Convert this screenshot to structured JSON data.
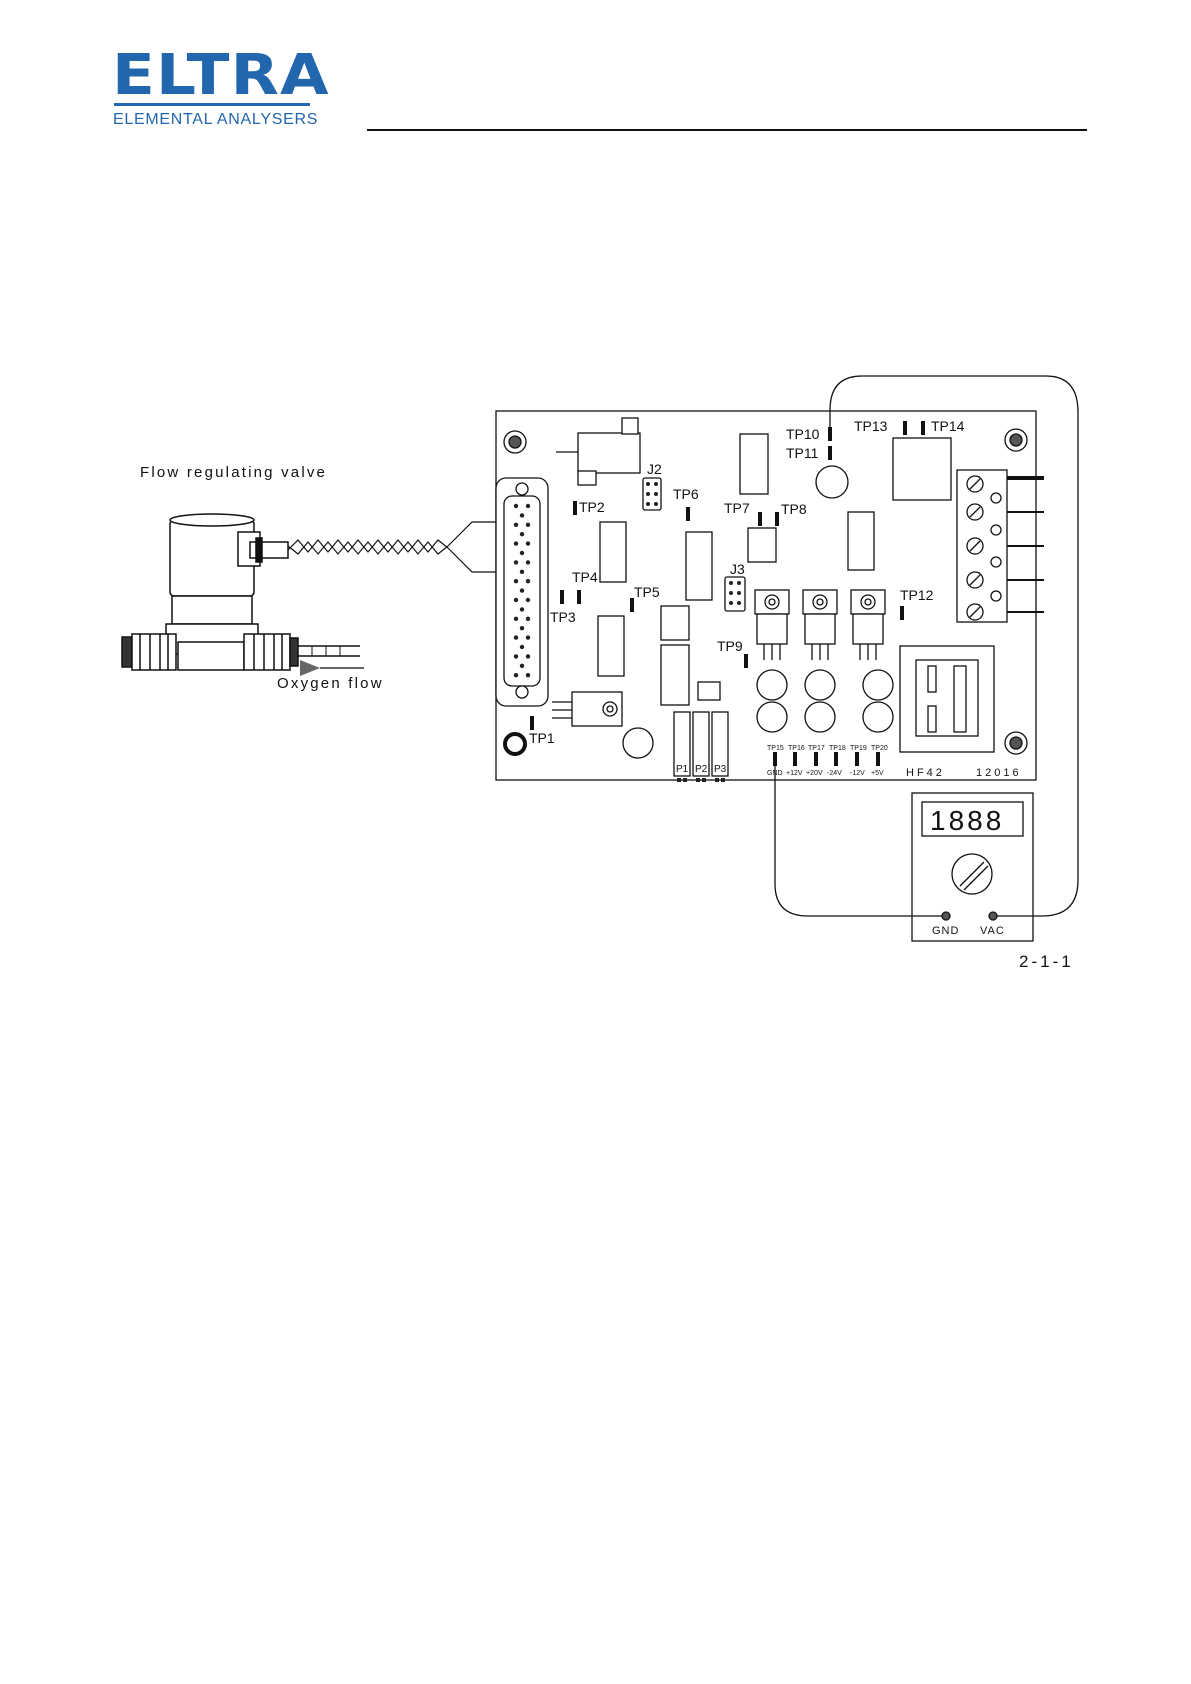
{
  "brand": {
    "name": "ELTRA",
    "tagline": "ELEMENTAL ANALYSERS",
    "color": "#2266ad"
  },
  "diagram": {
    "valve_label": "Flow regulating valve",
    "flow_label": "Oxygen flow",
    "board_name": "HF42",
    "board_number": "12016",
    "figure_id": "2-1-1",
    "test_points": {
      "tp1": "TP1",
      "tp2": "TP2",
      "tp3": "TP3",
      "tp4": "TP4",
      "tp5": "TP5",
      "tp6": "TP6",
      "tp7": "TP7",
      "tp8": "TP8",
      "tp9": "TP9",
      "tp10": "TP10",
      "tp11": "TP11",
      "tp12": "TP12",
      "tp13": "TP13",
      "tp14": "TP14",
      "tp15": "TP15",
      "tp16": "TP16",
      "tp17": "TP17",
      "tp18": "TP18",
      "tp19": "TP19",
      "tp20": "TP20"
    },
    "jumpers": {
      "j2": "J2",
      "j3": "J3"
    },
    "pots": {
      "p1": "P1",
      "p2": "P2",
      "p3": "P3"
    },
    "voltages": {
      "gnd": "GND",
      "plus12": "+12V",
      "plus20": "+20V",
      "plus24": "-24V",
      "minus12": "-12V",
      "plus5": "+5V"
    },
    "meter": {
      "display": "1888",
      "gnd_label": "GND",
      "vac_label": "VAC"
    }
  }
}
